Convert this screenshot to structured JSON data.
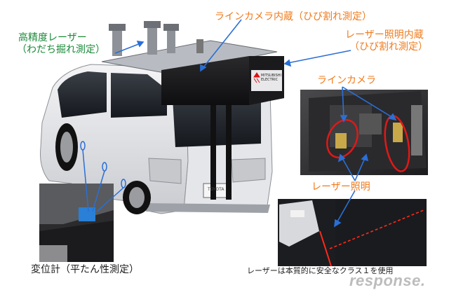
{
  "labels": {
    "line_camera_built_in": "ラインカメラ内蔵（ひび割れ測定）",
    "laser_high_precision": "高精度レーザー",
    "laser_high_precision_sub": "（わだち掘れ測定）",
    "laser_lighting_built_in": "レーザー照明内蔵",
    "laser_lighting_built_in_sub": "（ひび割れ測定）",
    "line_camera": "ラインカメラ",
    "laser_lighting": "レーザー照明",
    "displacement_meter": "変位計（平たん性測定）",
    "caption": "レーザーは本質的に安全なクラス１を使用"
  },
  "vehicle": {
    "box_brand_line1": "MITSUBISHI",
    "box_brand_line2": "ELECTRIC",
    "plate_text": "TOYOTA"
  },
  "watermark": {
    "text": "response."
  },
  "colors": {
    "label_orange": "#f07a1a",
    "callout_blue": "#2a6fd6",
    "highlight_red": "#e01818",
    "laser_red": "#ff2a1a"
  }
}
